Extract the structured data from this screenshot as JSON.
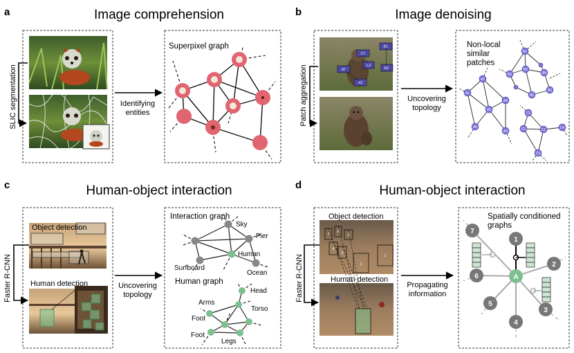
{
  "panels": {
    "a": {
      "letter": "a",
      "title": "Image comprehension",
      "side_label": "SLIC segmentation",
      "graph_title": "Superpixel graph",
      "arrow_label_1": "Identifying",
      "arrow_label_2": "entities"
    },
    "b": {
      "letter": "b",
      "title": "Image denoising",
      "side_label": "Patch aggregation",
      "graph_title_1": "Non-local",
      "graph_title_2": "similar",
      "graph_title_3": "patches",
      "arrow_label_1": "Uncovering",
      "arrow_label_2": "topology",
      "patch_labels": [
        "C1",
        "B1",
        "C2",
        "B2",
        "A1",
        "A2"
      ],
      "node_labels": [
        "B1",
        "A2",
        "B3",
        "B2",
        "B4",
        "A1",
        "A4",
        "A5",
        "B5",
        "B6",
        "C2",
        "A3",
        "C1",
        "C3",
        "C4",
        "C5",
        "A6"
      ]
    },
    "c": {
      "letter": "c",
      "title": "Human-object interaction",
      "side_label": "Faster R-CNN",
      "photo_label_top": "Object detection",
      "photo_label_bottom": "Human detection",
      "graph_title_1": "Interaction graph",
      "graph_title_2": "Human graph",
      "arrow_label_1": "Uncovering",
      "arrow_label_2": "topology",
      "interaction_nodes": [
        "Sky",
        "Pier",
        "Human",
        "Surfboard",
        "Ocean"
      ],
      "human_nodes": [
        "Head",
        "Arms",
        "Torso",
        "Foot",
        "Foot",
        "Legs"
      ]
    },
    "d": {
      "letter": "d",
      "title": "Human-object interaction",
      "side_label": "Faster R-CNN",
      "photo_label_top": "Object detection",
      "photo_label_bottom": "Human detection",
      "graph_title_1": "Spatially conditioned",
      "graph_title_2": "graphs",
      "arrow_label_1": "Propagating",
      "arrow_label_2": "information",
      "center_node": "A",
      "outer_nodes": [
        "7",
        "1",
        "2",
        "6",
        "5",
        "4",
        "3"
      ],
      "box_numbers": [
        "7",
        "6",
        "4",
        "5",
        "3",
        "1",
        "2"
      ]
    }
  },
  "colors": {
    "superpixel_node": "#e06570",
    "denoise_node": "#7a73d8",
    "object_node": "#888888",
    "human_node": "#7fbf8f"
  }
}
